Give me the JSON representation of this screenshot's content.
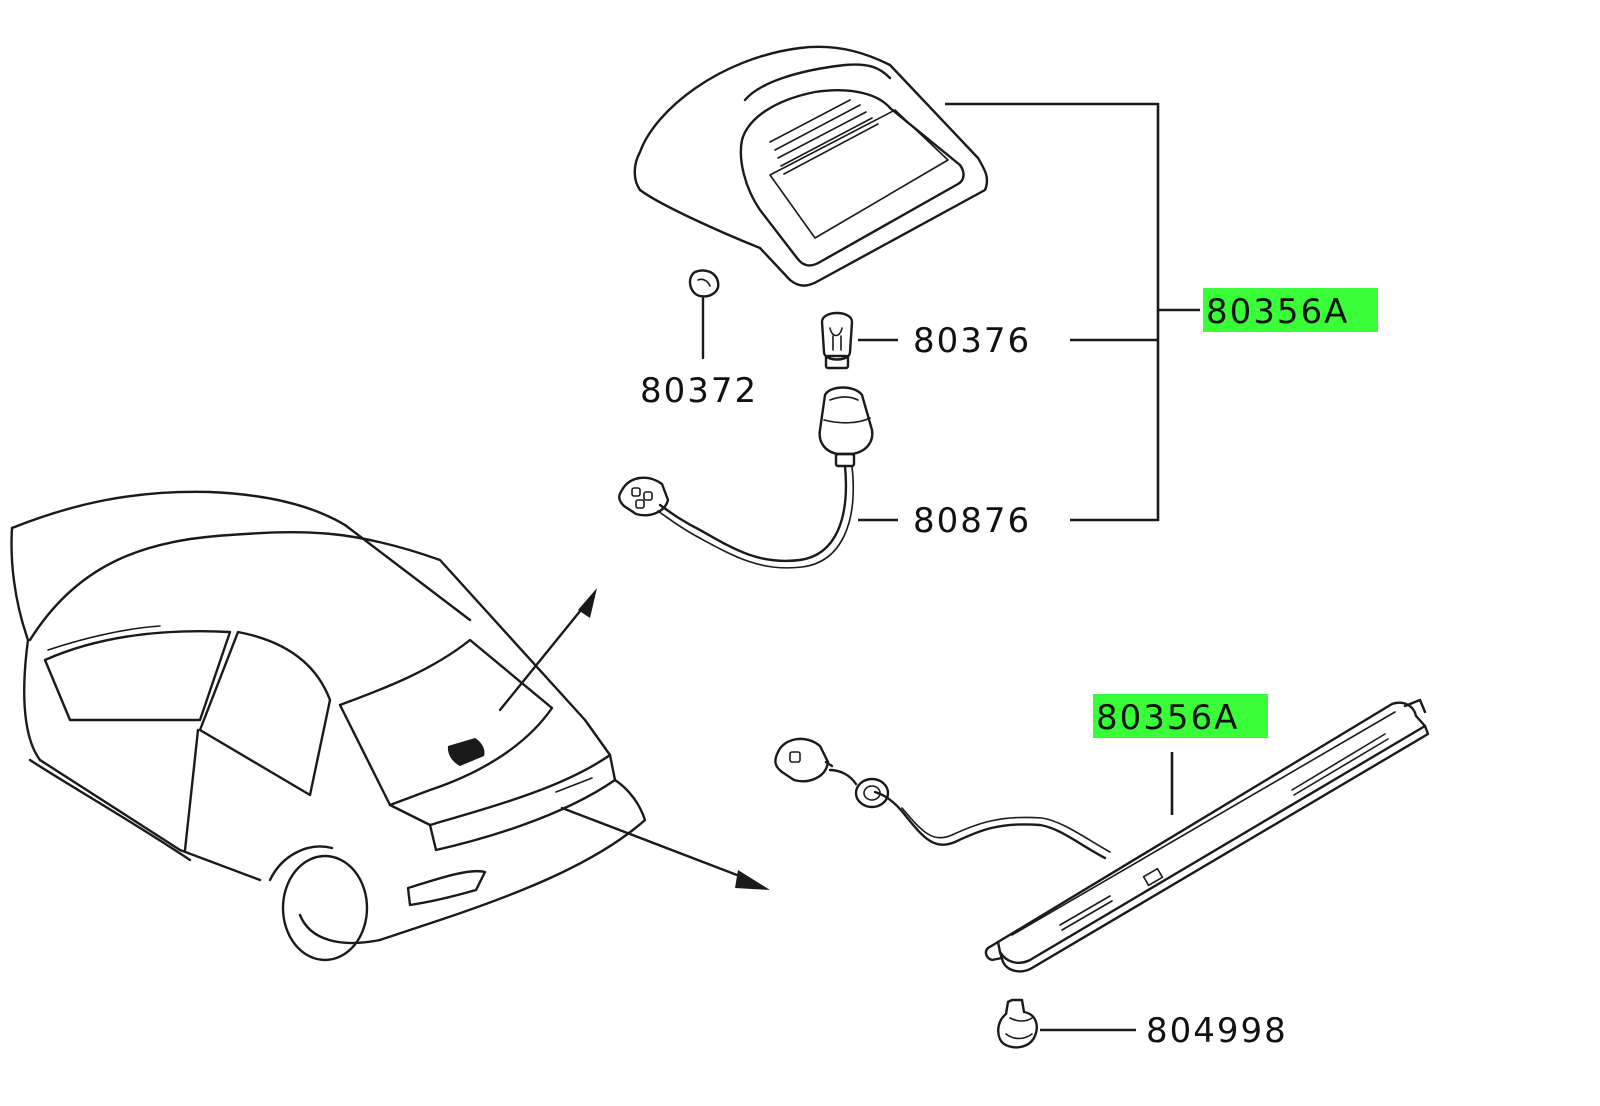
{
  "labels": {
    "part_80372": "80372",
    "part_80376": "80376",
    "part_80876": "80876",
    "part_80356a_top": "80356A",
    "part_80356a_bottom": "80356A",
    "part_804998": "804998"
  },
  "colors": {
    "highlight": "#39ff39",
    "line": "#1a1a1a",
    "background": "#ffffff"
  }
}
